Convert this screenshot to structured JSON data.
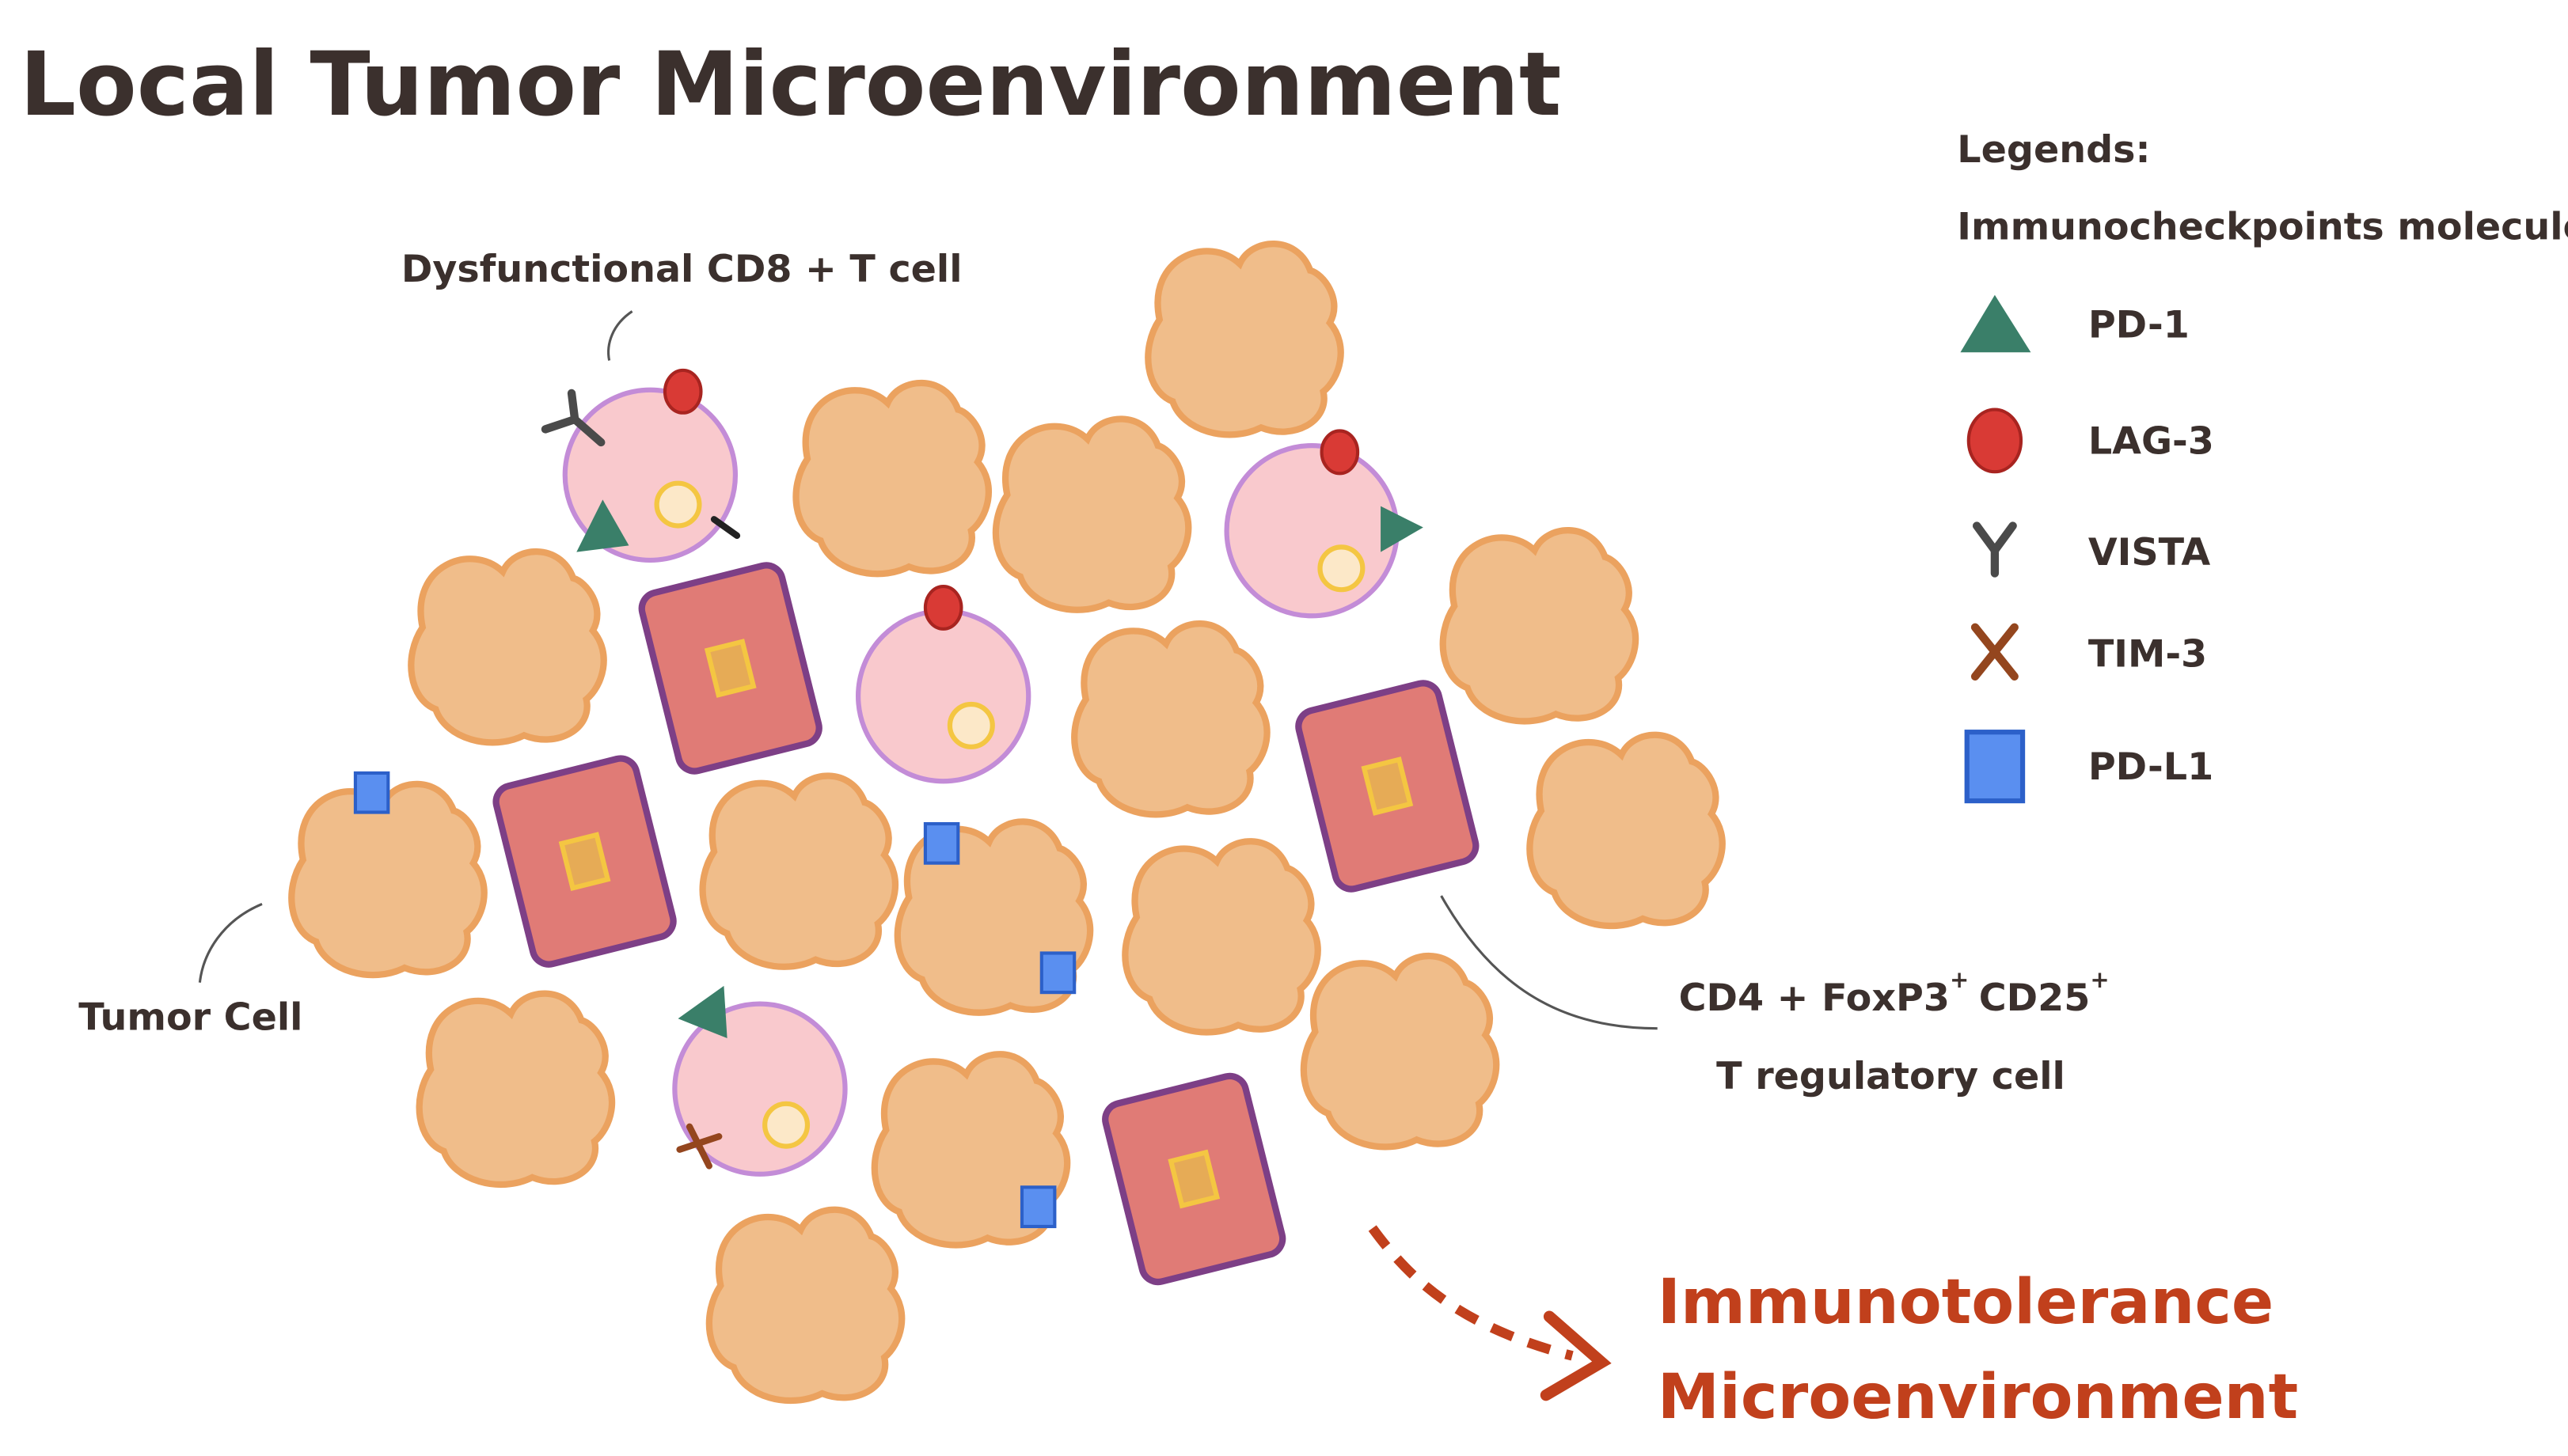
{
  "title": "Local Tumor Microenvironment",
  "labels": {
    "cd8": "Dysfunctional CD8 + T cell",
    "tumor": "Tumor Cell",
    "treg_line1_a": "CD4 + FoxP3",
    "treg_sup1": "+",
    "treg_line1_b": "CD25",
    "treg_sup2": "+",
    "treg_line2": "T regulatory cell"
  },
  "legend": {
    "heading": "Legends:",
    "subheading": "Immunocheckpoints molecules",
    "items": [
      {
        "label": "PD-1",
        "icon": "triangle-icon",
        "color": "#3a7f69"
      },
      {
        "label": "LAG-3",
        "icon": "oval-icon",
        "color": "#d93a35"
      },
      {
        "label": "VISTA",
        "icon": "y-icon",
        "color": "#4a4a4a"
      },
      {
        "label": "TIM-3",
        "icon": "x-icon",
        "color": "#94461e"
      },
      {
        "label": "PD-L1",
        "icon": "square-icon",
        "color": "#5a8ff0"
      }
    ]
  },
  "outcome": {
    "line1": "Immunotolerance",
    "line2": "Microenvironment",
    "color": "#c1401c"
  },
  "colors": {
    "tumor_fill": "#f0bd8a",
    "tumor_stroke": "#eba25f",
    "tcell_fill": "#f9c9cd",
    "tcell_stroke": "#c38cd7",
    "treg_fill": "#e07b76",
    "treg_stroke": "#7d3f86",
    "nucleus_fill": "#e6ab56",
    "nucleus_stroke": "#f4c642"
  }
}
